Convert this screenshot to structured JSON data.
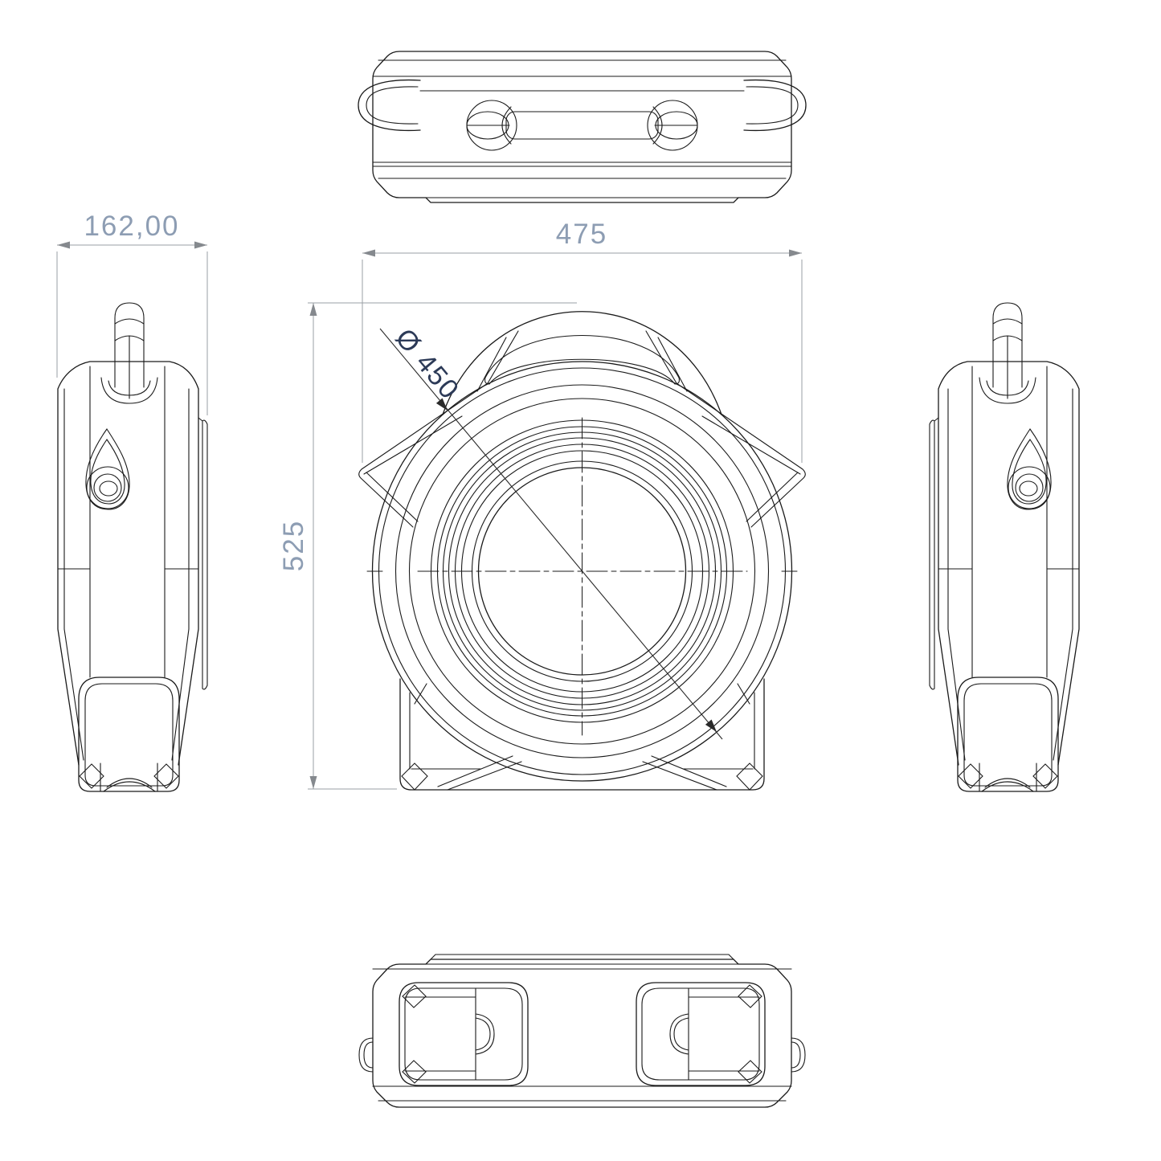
{
  "drawing": {
    "background_color": "#ffffff",
    "geometry_line_color": "#1a1a1a",
    "dimension_line_color": "#9a9fa4",
    "dimension_text_color": "#8d9db3",
    "diameter_text_color": "#2c3a57",
    "dimensions": {
      "depth": "162,00",
      "width": "475",
      "height": "525",
      "diameter": "Ø 450"
    }
  }
}
